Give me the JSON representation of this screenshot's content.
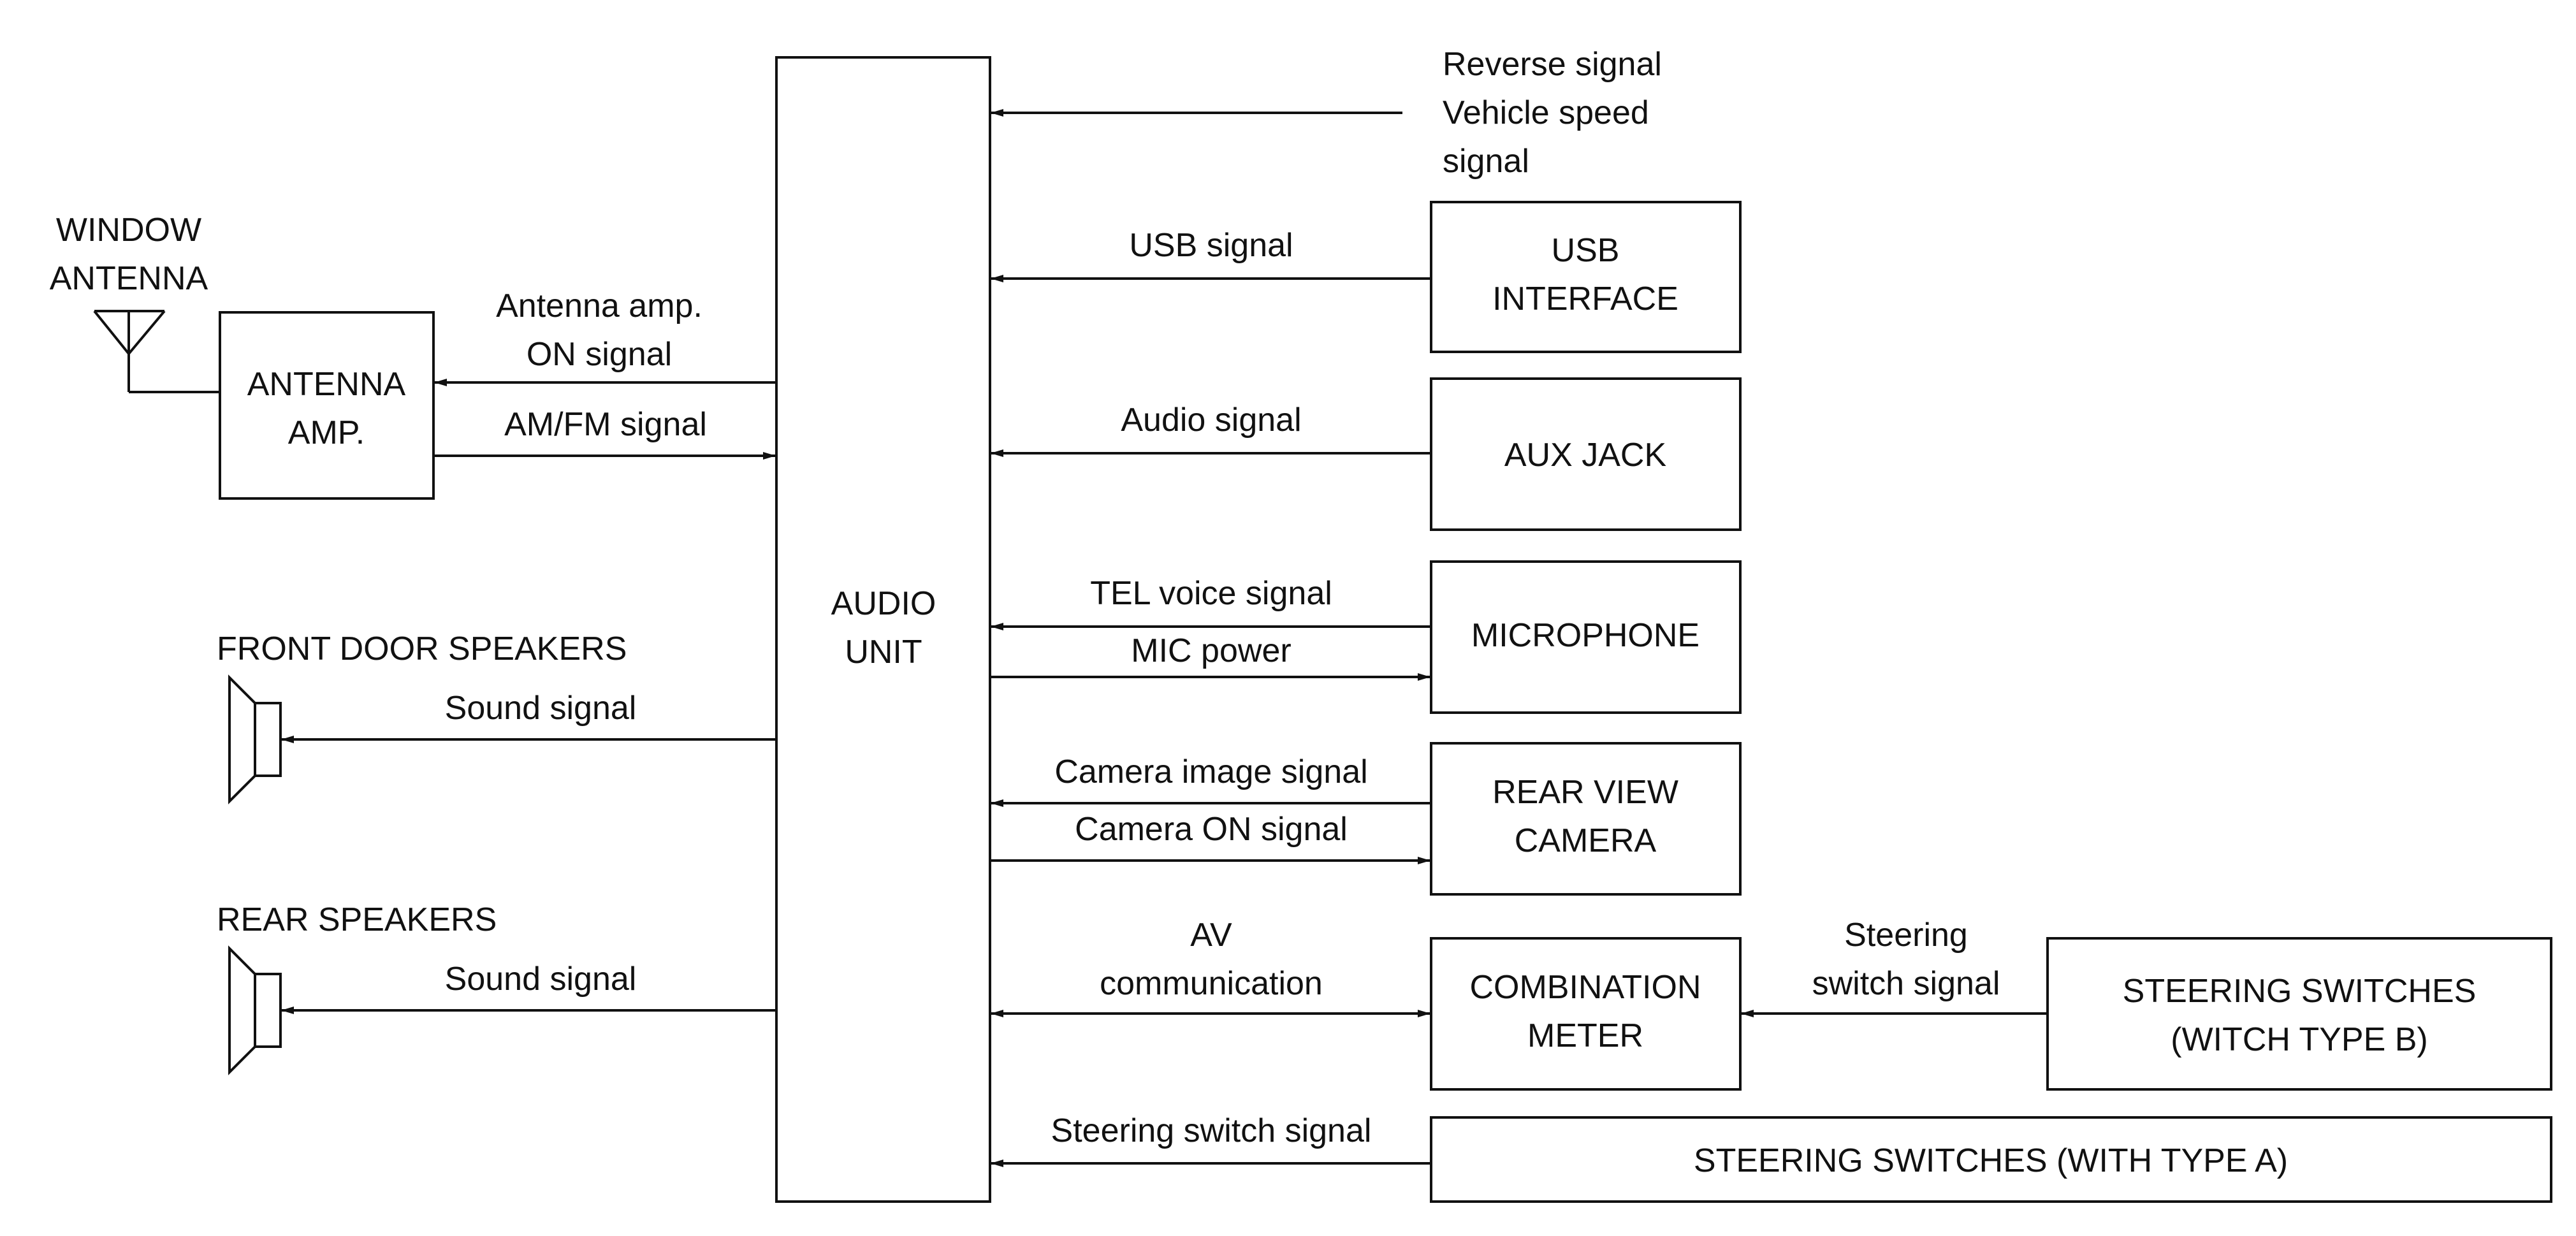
{
  "diagram": {
    "window_antenna": [
      "WINDOW",
      "ANTENNA"
    ],
    "antenna_amp": [
      "ANTENNA",
      "AMP."
    ],
    "audio_unit": [
      "AUDIO",
      "UNIT"
    ],
    "usb_interface": [
      "USB",
      "INTERFACE"
    ],
    "aux_jack": "AUX JACK",
    "microphone": "MICROPHONE",
    "rear_view_camera": [
      "REAR VIEW",
      "CAMERA"
    ],
    "combination_meter": [
      "COMBINATION",
      "METER"
    ],
    "steering_switches_b": [
      "STEERING SWITCHES",
      "(WITCH TYPE B)"
    ],
    "steering_switches_a": "STEERING SWITCHES (WITH TYPE A)",
    "front_door_speakers": "FRONT DOOR SPEAKERS",
    "rear_speakers": "REAR SPEAKERS",
    "signals": {
      "reverse_speed": [
        "Reverse signal",
        "Vehicle speed",
        "signal"
      ],
      "usb": "USB signal",
      "audio": "Audio signal",
      "tel_voice": "TEL voice signal",
      "mic_power": "MIC power",
      "camera_image": "Camera image signal",
      "camera_on": "Camera ON signal",
      "av_comm": [
        "AV",
        "communication"
      ],
      "steering_switch_b": [
        "Steering",
        "switch signal"
      ],
      "steering_switch_a": "Steering switch signal",
      "antenna_amp_on": [
        "Antenna amp.",
        "ON signal"
      ],
      "am_fm": "AM/FM signal",
      "sound_front": "Sound signal",
      "sound_rear": "Sound signal"
    }
  }
}
